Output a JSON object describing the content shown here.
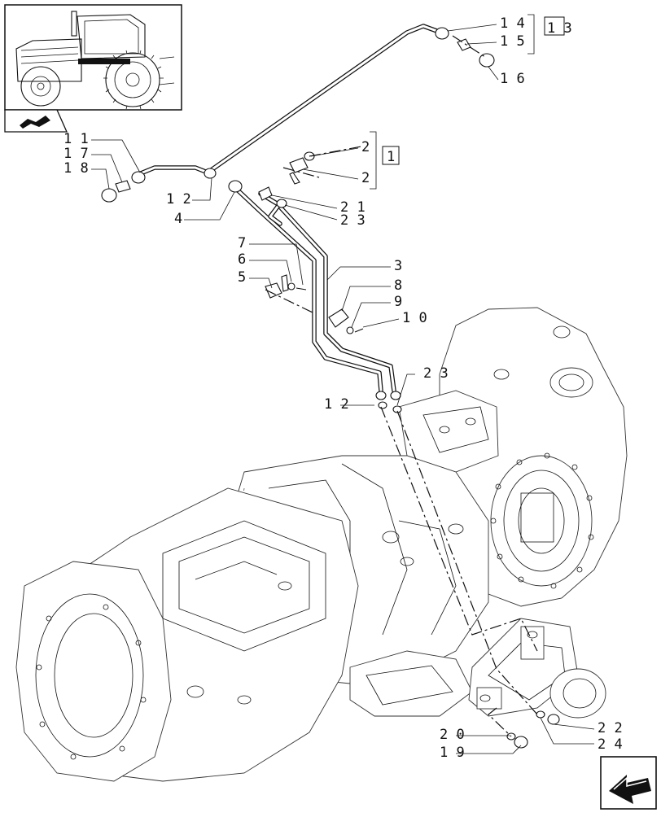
{
  "callouts": {
    "c1": "1",
    "c2a": "2",
    "c2b": "2",
    "c3": "3",
    "c4": "4",
    "c5": "5",
    "c6": "6",
    "c7": "7",
    "c8": "8",
    "c9": "9",
    "c10": "1 0",
    "c11": "1 1",
    "c12a": "1 2",
    "c12b": "1 2",
    "c13": "1 3",
    "c14": "1 4",
    "c15": "1 5",
    "c16": "1 6",
    "c17": "1 7",
    "c18": "1 8",
    "c19": "1 9",
    "c20": "2 0",
    "c21": "2 1",
    "c22": "2 2",
    "c23a": "2 3",
    "c23b": "2 3",
    "c24": "2 4"
  }
}
